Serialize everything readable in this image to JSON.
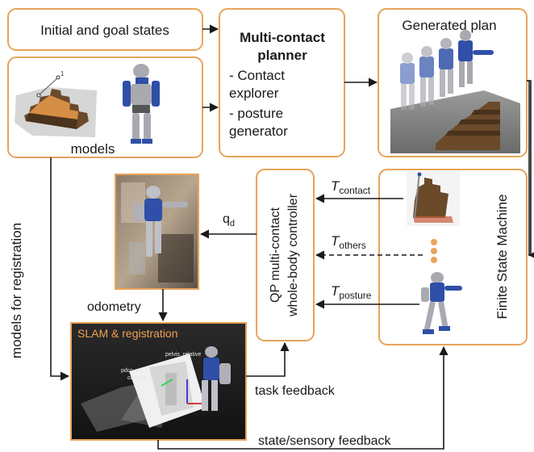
{
  "boxes": {
    "initial_goal": "Initial and goal states",
    "models_caption": "models",
    "planner_title_1": "Multi-contact",
    "planner_title_2": "planner",
    "planner_item1_1": "- Contact",
    "planner_item1_2": "explorer",
    "planner_item2_1": "- posture",
    "planner_item2_2": "generator",
    "generated_plan": "Generated plan",
    "fsm": "Finite State Machine",
    "qp_1": "QP multi-contact",
    "qp_2": "whole-body controller",
    "slam": "SLAM & registration",
    "slam_inner_label1": "pelvis_relative",
    "slam_inner_label2": "pdcc_ce...",
    "slam_inner_label3": "contact"
  },
  "edges": {
    "models_for_registration": "models for registration",
    "qd_base": "q",
    "qd_sub": "d",
    "odometry": "odometry",
    "task_feedback": "task feedback",
    "state_feedback": "state/sensory feedback",
    "t_contact_T": "T",
    "t_contact_sub": "contact",
    "t_others_T": "T",
    "t_others_sub": "others",
    "t_posture_T": "T",
    "t_posture_sub": "posture"
  },
  "colors": {
    "box_border": "#e8a35a",
    "slam_label": "#f0a050",
    "arrow": "#1a1a1a",
    "robot_blue": "#2f4fa8",
    "robot_grey": "#a9a9b0",
    "stairs": "#6b4a2a"
  }
}
